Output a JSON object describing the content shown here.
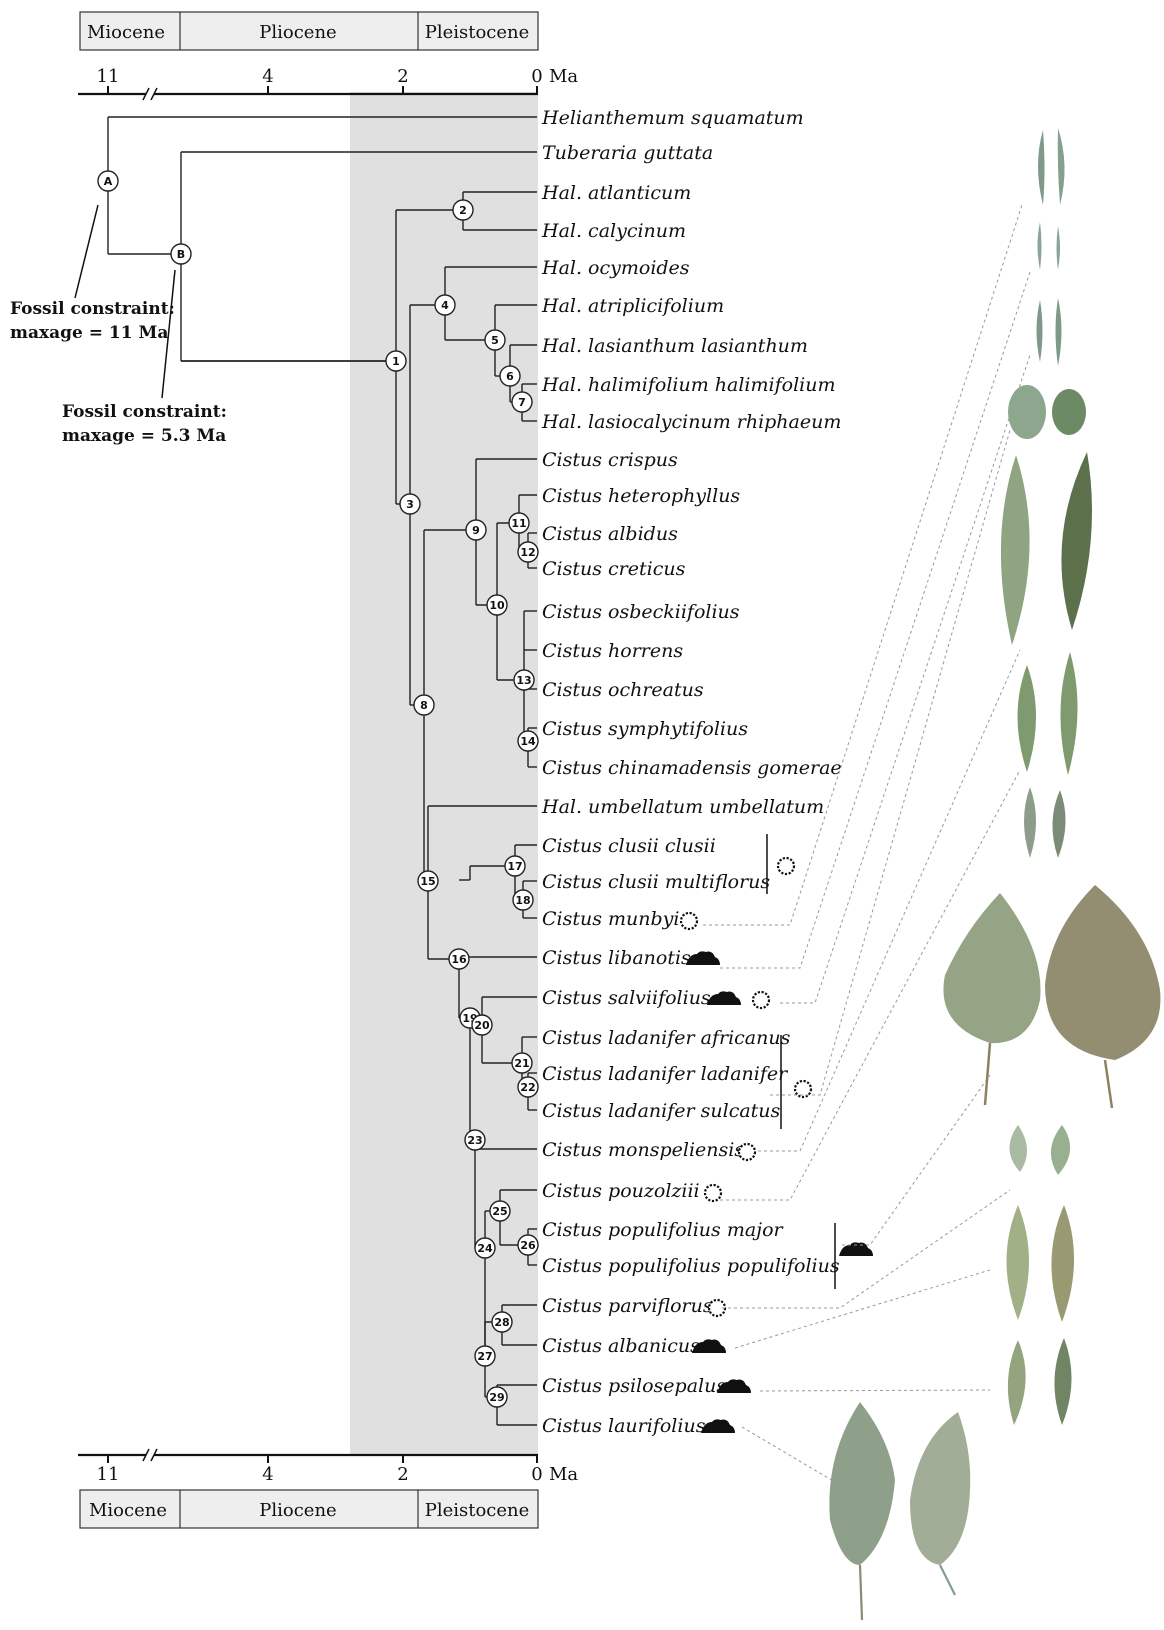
{
  "epochs": [
    "Miocene",
    "Pliocene",
    "Pleistocene"
  ],
  "axis": {
    "ticks": [
      "11",
      "4",
      "2",
      "0"
    ],
    "unit": "Ma"
  },
  "constraints": [
    {
      "line1": "Fossil constraint:",
      "line2": "maxage = 11 Ma"
    },
    {
      "line1": "Fossil constraint:",
      "line2": "maxage = 5.3 Ma"
    }
  ],
  "taxa": [
    "Helianthemum squamatum",
    "Tuberaria guttata",
    "Hal. atlanticum",
    "Hal. calycinum",
    "Hal. ocymoides",
    "Hal. atriplicifolium",
    "Hal. lasianthum lasianthum",
    "Hal. halimifolium halimifolium",
    "Hal. lasiocalycinum rhiphaeum",
    "Cistus crispus",
    "Cistus heterophyllus",
    "Cistus albidus",
    "Cistus creticus",
    "Cistus osbeckiifolius",
    "Cistus horrens",
    "Cistus ochreatus",
    "Cistus symphytifolius",
    "Cistus chinamadensis gomerae",
    "Hal. umbellatum umbellatum",
    "Cistus clusii clusii",
    "Cistus clusii multiflorus",
    "Cistus munbyi",
    "Cistus libanotis",
    "Cistus salviifolius",
    "Cistus ladanifer africanus",
    "Cistus ladanifer ladanifer",
    "Cistus ladanifer sulcatus",
    "Cistus monspeliensis",
    "Cistus pouzolziii",
    "Cistus populifolius major",
    "Cistus populifolius populifolius",
    "Cistus parviflorus",
    "Cistus albanicus",
    "Cistus psilosepalus",
    "Cistus laurifolius"
  ],
  "node_labels": [
    "A",
    "B",
    "1",
    "2",
    "3",
    "4",
    "5",
    "6",
    "7",
    "8",
    "9",
    "10",
    "11",
    "12",
    "13",
    "14",
    "15",
    "16",
    "17",
    "18",
    "19",
    "20",
    "21",
    "22",
    "23",
    "24",
    "25",
    "26",
    "27",
    "28",
    "29"
  ],
  "symbols": {
    "sun": "sun-symbol-icon",
    "mound": "mound-symbol-icon"
  },
  "colors": {
    "pleistocene_shade": "#e0e0e0",
    "epoch_box": "#eeeeee",
    "leaf_green": "#8fa88a"
  }
}
